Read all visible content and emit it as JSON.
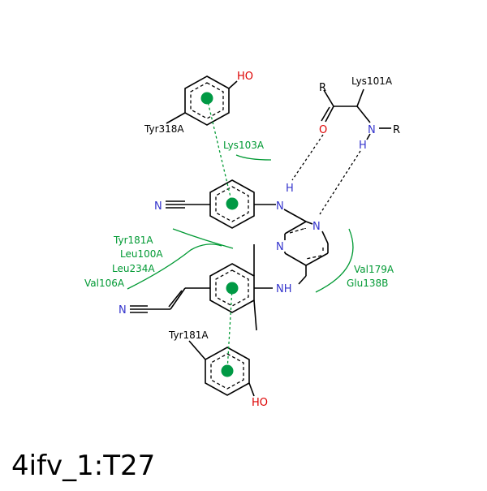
{
  "title": "4ifv_1:T27",
  "colors": {
    "carbon": "#000000",
    "nitrogen": "#3333cc",
    "oxygen": "#dd0000",
    "hydrophobic": "#009933",
    "pi_stack": "#009944"
  },
  "ligand_atoms": {
    "n_nitrile_top": "N",
    "nh_top_n": "N",
    "nh_top_h": "H",
    "ring_n1": "N",
    "ring_n3": "N",
    "nh_bottom": "NH",
    "n_nitrile_bottom": "N"
  },
  "residue_atoms": {
    "tyr318_oh": "HO",
    "tyr181_oh": "HO",
    "lys101_r1": "R",
    "lys101_o": "O",
    "lys101_n": "N",
    "lys101_h": "H",
    "lys101_r2": "R"
  },
  "residues": {
    "tyr318": "Tyr318A",
    "lys101": "Lys101A",
    "lys103": "Lys103A",
    "tyr181_hydrophobic": "Tyr181A",
    "leu100": "Leu100A",
    "leu234": "Leu234A",
    "val106": "Val106A",
    "val179": "Val179A",
    "glu138": "Glu138B",
    "tyr181_stack": "Tyr181A"
  }
}
